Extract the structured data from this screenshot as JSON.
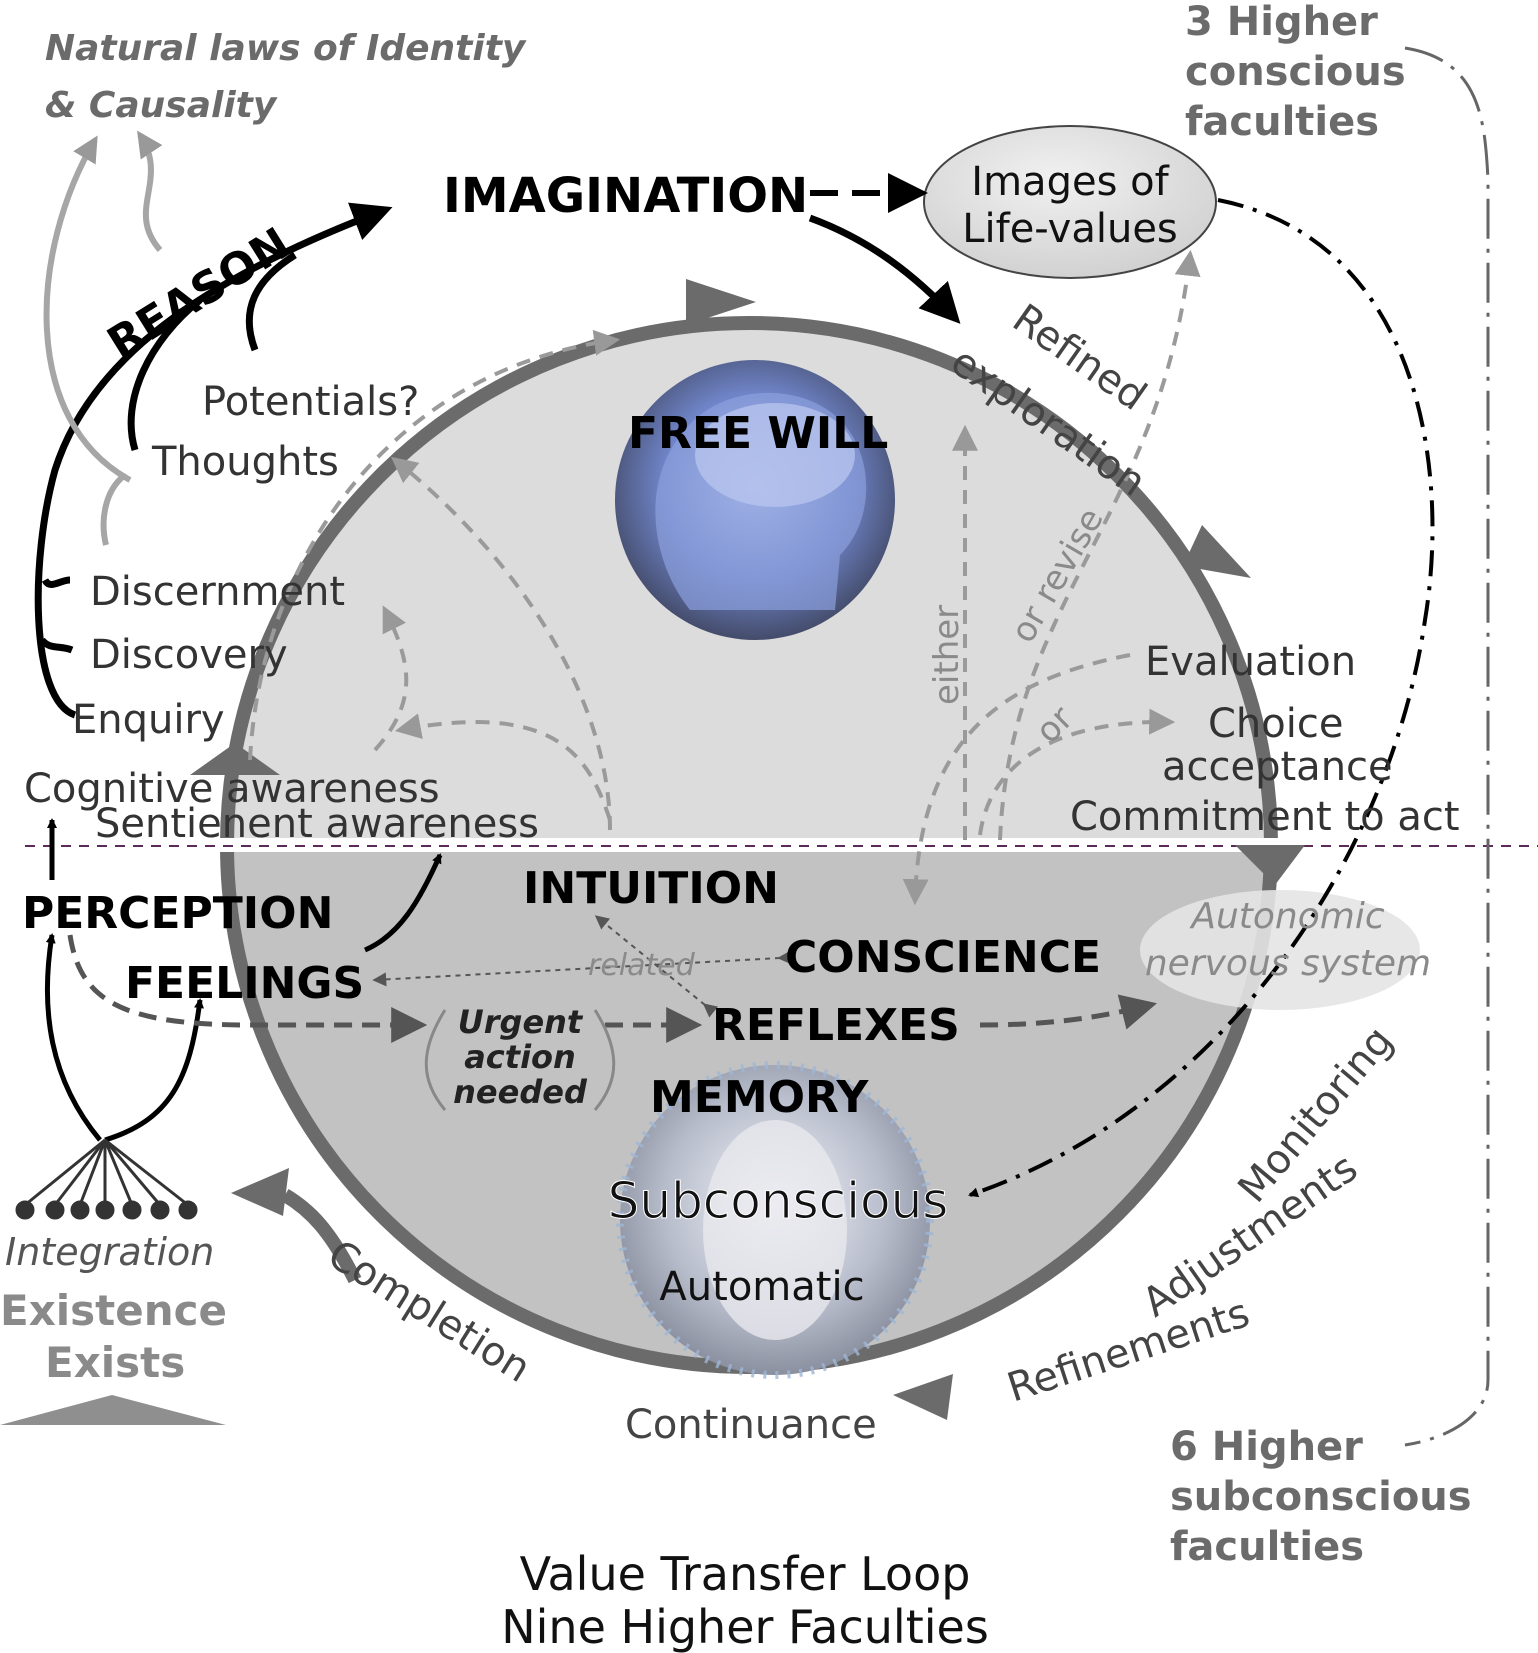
{
  "diagram": {
    "title_line1": "Value Transfer Loop",
    "title_line2": "Nine Higher Faculties",
    "top_left_note": [
      "Natural laws of Identity",
      "& Causality"
    ],
    "right_top_bracket": [
      "3 Higher",
      "conscious",
      "faculties"
    ],
    "right_bottom_bracket": [
      "6 Higher",
      "subconscious",
      "faculties"
    ],
    "faculties": {
      "reason": "REASON",
      "imagination": "IMAGINATION",
      "free_will": "FREE WILL",
      "perception": "PERCEPTION",
      "feelings": "FEELINGS",
      "intuition": "INTUITION",
      "conscience": "CONSCIENCE",
      "reflexes": "REFLEXES",
      "memory": "MEMORY"
    },
    "images_bubble": [
      "Images of",
      "Life-values"
    ],
    "reason_steps": [
      "Potentials?",
      "Thoughts",
      "Discernment",
      "Discovery",
      "Enquiry"
    ],
    "awareness": [
      "Cognitive awareness",
      "Sentienent awareness"
    ],
    "refined": [
      "Refined",
      "exploration"
    ],
    "either": "either",
    "or_revise": "or revise",
    "or": "or",
    "decision_steps": [
      "Evaluation",
      "Choice",
      "acceptance",
      "Commitment to act"
    ],
    "related": "related",
    "autonomic": [
      "Autonomic",
      "nervous system"
    ],
    "urgent": [
      "Urgent",
      "action",
      "needed"
    ],
    "subconscious": "Subconscious",
    "automatic": "Automatic",
    "integration": "Integration",
    "existence": [
      "Existence",
      "Exists"
    ],
    "completion": "Completion",
    "continuance": "Continuance",
    "loop_steps": [
      "Monitoring",
      "Adjustments",
      "Refinements"
    ]
  }
}
